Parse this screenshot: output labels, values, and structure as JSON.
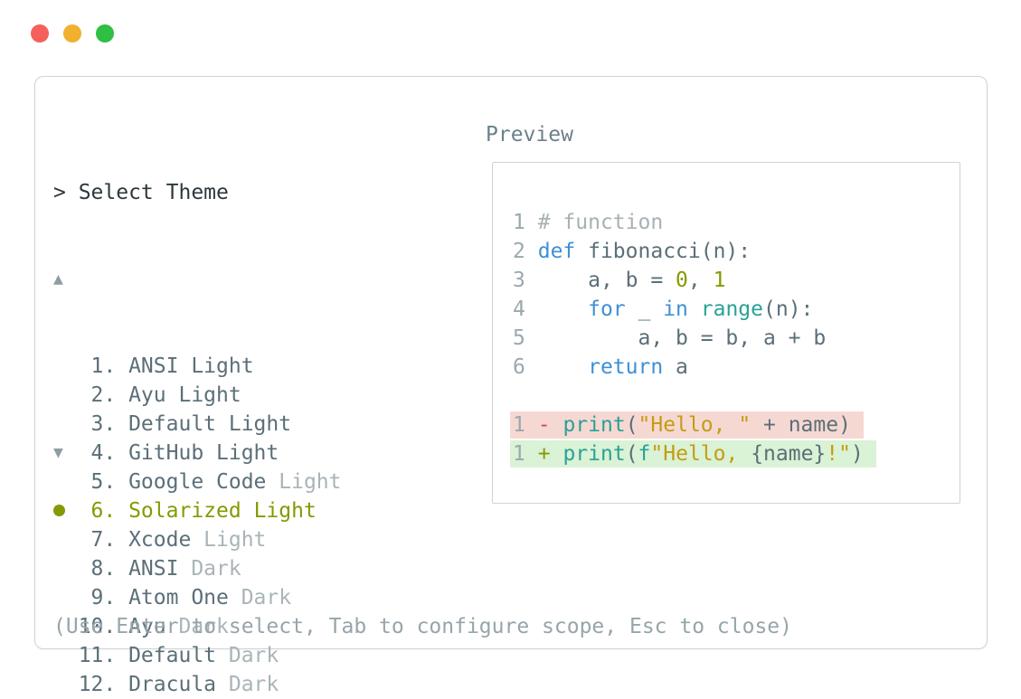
{
  "window": {
    "traffic_lights": [
      {
        "name": "close",
        "color": "#f4615c"
      },
      {
        "name": "minimize",
        "color": "#f1b12e"
      },
      {
        "name": "maximize",
        "color": "#2ebf44"
      }
    ]
  },
  "palette": {
    "slate": "#5b6f78",
    "dim": "#a9b4b8",
    "olive": "#869900",
    "comment": "#a8b1b5",
    "kw": "#3f8fd6",
    "fn": "#2aa198",
    "str": "#c49c14",
    "red": "#e8403c",
    "linenum": "#9ba8ad",
    "removed_bg": "#f6d8d3",
    "added_bg": "#daf2d5",
    "border": "#cdd4d8",
    "header": "#2d383c",
    "preview_label": "#6c8089",
    "footer": "#97a5aa",
    "arrow": "#8e9ca3",
    "dot_red": "#f4615c",
    "dot_yellow": "#f1b12e",
    "dot_green": "#2ebf44"
  },
  "selector": {
    "prompt": "> Select Theme",
    "scroll_up_icon": "▲",
    "scroll_down_icon": "▼",
    "items": [
      {
        "num": 1,
        "name": "ANSI",
        "variant": "Light",
        "variant_dim": false,
        "selected": false
      },
      {
        "num": 2,
        "name": "Ayu",
        "variant": "Light",
        "variant_dim": false,
        "selected": false
      },
      {
        "num": 3,
        "name": "Default",
        "variant": "Light",
        "variant_dim": false,
        "selected": false
      },
      {
        "num": 4,
        "name": "GitHub",
        "variant": "Light",
        "variant_dim": false,
        "selected": false
      },
      {
        "num": 5,
        "name": "Google Code",
        "variant": "Light",
        "variant_dim": true,
        "selected": false
      },
      {
        "num": 6,
        "name": "Solarized",
        "variant": "Light",
        "variant_dim": false,
        "selected": true
      },
      {
        "num": 7,
        "name": "Xcode",
        "variant": "Light",
        "variant_dim": true,
        "selected": false
      },
      {
        "num": 8,
        "name": "ANSI",
        "variant": "Dark",
        "variant_dim": true,
        "selected": false
      },
      {
        "num": 9,
        "name": "Atom One",
        "variant": "Dark",
        "variant_dim": true,
        "selected": false
      },
      {
        "num": 10,
        "name": "Ayu",
        "variant": "Dark",
        "variant_dim": true,
        "selected": false
      },
      {
        "num": 11,
        "name": "Default",
        "variant": "Dark",
        "variant_dim": true,
        "selected": false
      },
      {
        "num": 12,
        "name": "Dracula",
        "variant": "Dark",
        "variant_dim": true,
        "selected": false
      }
    ],
    "hint": "(Use Enter to select, Tab to configure scope, Esc to close)"
  },
  "preview": {
    "label": "Preview",
    "code_lines": [
      {
        "num": "1",
        "tokens": [
          [
            "comment",
            "# function"
          ]
        ]
      },
      {
        "num": "2",
        "tokens": [
          [
            "kw",
            "def"
          ],
          [
            "plain",
            " fibonacci(n):"
          ]
        ]
      },
      {
        "num": "3",
        "tokens": [
          [
            "plain",
            "    a, b = "
          ],
          [
            "num",
            "0"
          ],
          [
            "plain",
            ", "
          ],
          [
            "num",
            "1"
          ]
        ]
      },
      {
        "num": "4",
        "tokens": [
          [
            "plain",
            "    "
          ],
          [
            "kw",
            "for"
          ],
          [
            "plain",
            " _ "
          ],
          [
            "kw",
            "in"
          ],
          [
            "plain",
            " "
          ],
          [
            "fn",
            "range"
          ],
          [
            "plain",
            "(n):"
          ]
        ]
      },
      {
        "num": "5",
        "tokens": [
          [
            "plain",
            "        a, b = b, a + b"
          ]
        ]
      },
      {
        "num": "6",
        "tokens": [
          [
            "plain",
            "    "
          ],
          [
            "kw",
            "return"
          ],
          [
            "plain",
            " a"
          ]
        ]
      },
      {
        "blank": true
      },
      {
        "num": "1",
        "diff": "removed",
        "tokens": [
          [
            "red",
            "-"
          ],
          [
            "plain",
            " "
          ],
          [
            "fn",
            "print"
          ],
          [
            "plain",
            "("
          ],
          [
            "str",
            "\"Hello, \""
          ],
          [
            "plain",
            " + name)"
          ]
        ]
      },
      {
        "num": "1",
        "diff": "added",
        "tokens": [
          [
            "olive",
            "+"
          ],
          [
            "plain",
            " "
          ],
          [
            "fn",
            "print"
          ],
          [
            "plain",
            "("
          ],
          [
            "fn",
            "f"
          ],
          [
            "str",
            "\"Hello, "
          ],
          [
            "plain",
            "{name}"
          ],
          [
            "str",
            "!\""
          ],
          [
            "plain",
            ")"
          ]
        ]
      }
    ]
  }
}
